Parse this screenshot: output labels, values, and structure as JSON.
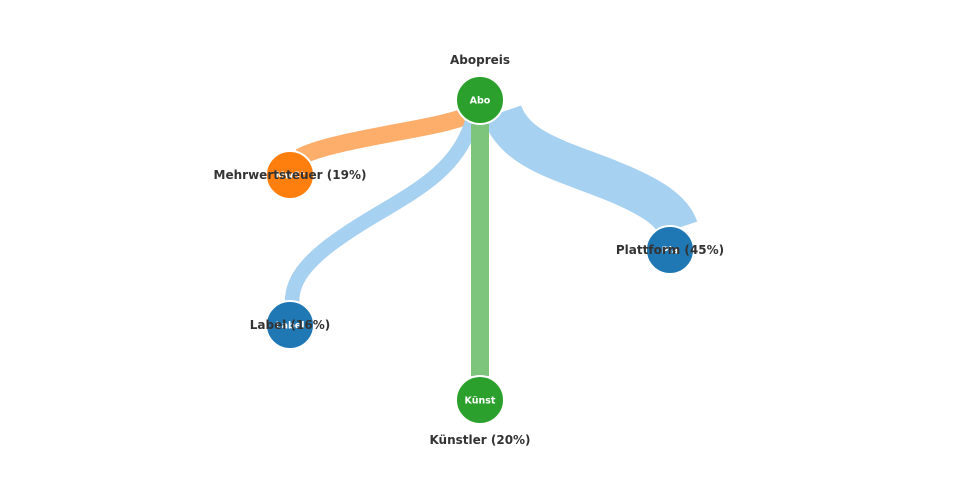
{
  "diagram": {
    "type": "flow-network",
    "nodes": [
      {
        "id": "abo",
        "label": "Abopreis",
        "inner": "Abo",
        "color": "#2ca02c",
        "label_pos": "above"
      },
      {
        "id": "mwst",
        "label": "Mehrwertsteuer (19%)",
        "inner": "MwSt",
        "color": "#ff7f0e",
        "label_pos": "center"
      },
      {
        "id": "plattform",
        "label": "Plattform (45%)",
        "inner": "Pla",
        "color": "#1f77b4",
        "label_pos": "center"
      },
      {
        "id": "label",
        "label": "Label (16%)",
        "inner": "Label",
        "color": "#1f77b4",
        "label_pos": "center"
      },
      {
        "id": "kuenstler",
        "label": "Künstler (20%)",
        "inner": "Künst",
        "color": "#2ca02c",
        "label_pos": "below"
      }
    ],
    "links": [
      {
        "source": "abo",
        "target": "mwst",
        "share": 19,
        "color": "#fdae6b"
      },
      {
        "source": "abo",
        "target": "plattform",
        "share": 45,
        "color": "#a6d1f0"
      },
      {
        "source": "abo",
        "target": "label",
        "share": 16,
        "color": "#a6d1f0"
      },
      {
        "source": "abo",
        "target": "kuenstler",
        "share": 20,
        "color": "#7dc57d"
      }
    ]
  }
}
